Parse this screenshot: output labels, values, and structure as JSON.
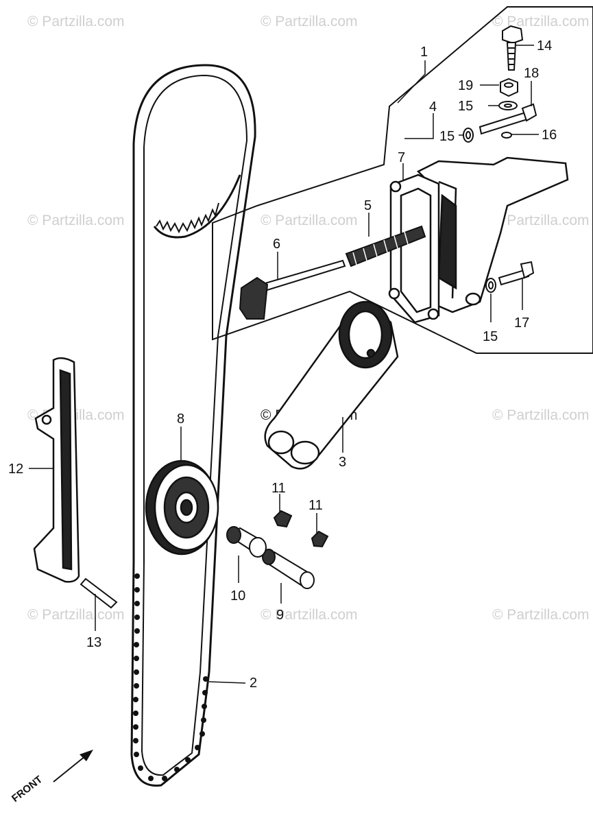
{
  "watermark": {
    "text": "© Partzilla.com"
  },
  "direction_label": "FRONT",
  "callouts": [
    {
      "id": "1",
      "label": "1"
    },
    {
      "id": "2",
      "label": "2"
    },
    {
      "id": "3",
      "label": "3"
    },
    {
      "id": "4",
      "label": "4"
    },
    {
      "id": "5",
      "label": "5"
    },
    {
      "id": "6",
      "label": "6"
    },
    {
      "id": "7",
      "label": "7"
    },
    {
      "id": "8",
      "label": "8"
    },
    {
      "id": "9",
      "label": "9"
    },
    {
      "id": "10",
      "label": "10"
    },
    {
      "id": "11a",
      "label": "11"
    },
    {
      "id": "11b",
      "label": "11"
    },
    {
      "id": "12",
      "label": "12"
    },
    {
      "id": "13",
      "label": "13"
    },
    {
      "id": "14",
      "label": "14"
    },
    {
      "id": "15a",
      "label": "15"
    },
    {
      "id": "15b",
      "label": "15"
    },
    {
      "id": "15c",
      "label": "15"
    },
    {
      "id": "16",
      "label": "16"
    },
    {
      "id": "17",
      "label": "17"
    },
    {
      "id": "18",
      "label": "18"
    },
    {
      "id": "19",
      "label": "19"
    }
  ]
}
